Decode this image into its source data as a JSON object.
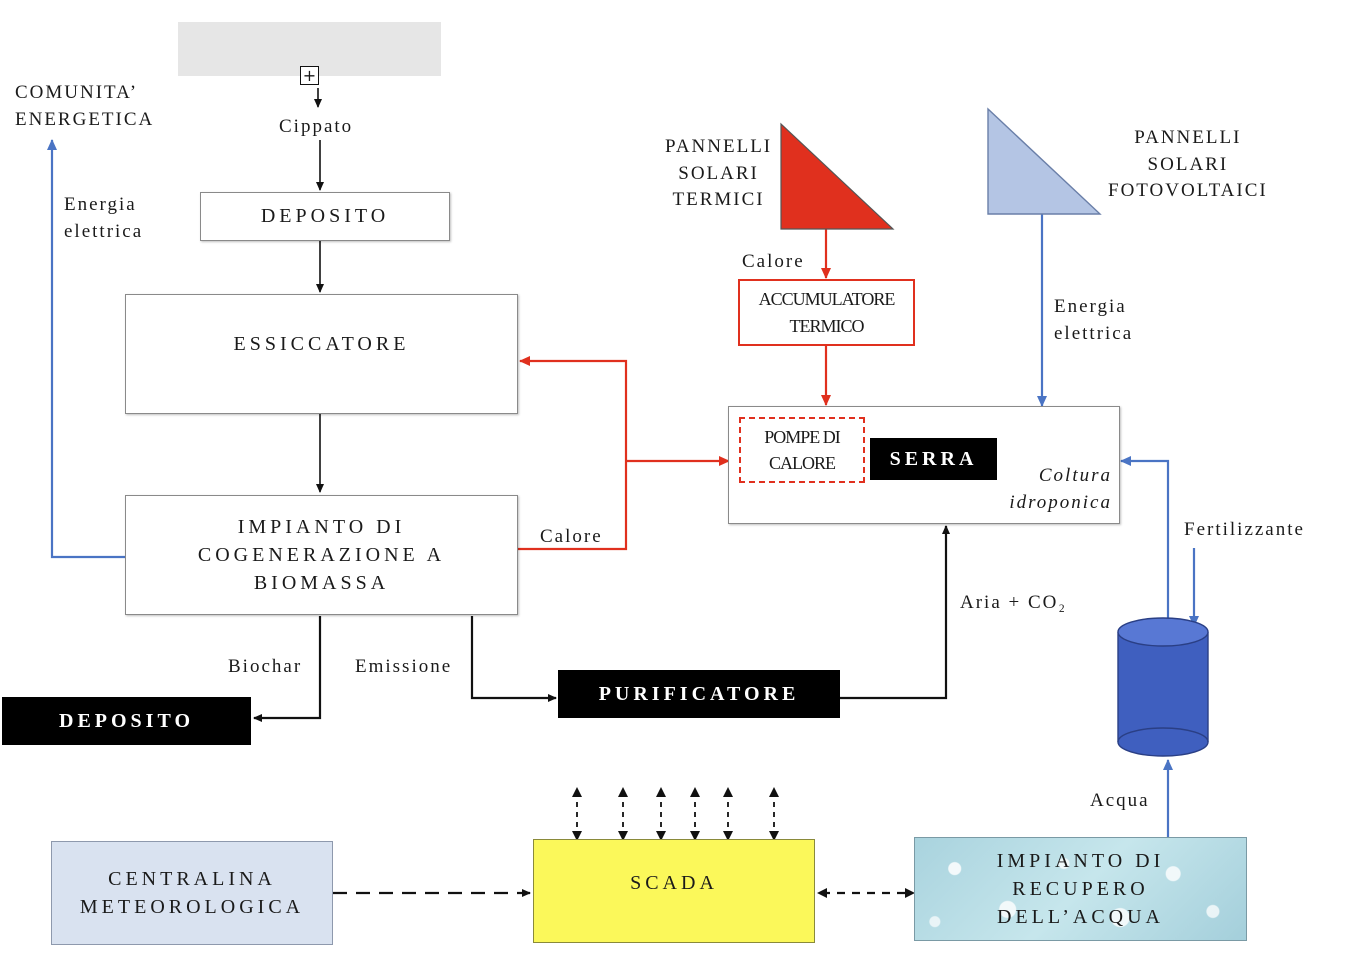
{
  "colors": {
    "red": "#e0301e",
    "blue": "#4a74c4",
    "black": "#111111",
    "solar_thermal": "#e0301e",
    "solar_pv": "#b4c5e4",
    "tank": "#3f5fbf",
    "scada": "#fbf85a",
    "centralina": "#d9e2f0",
    "water_plant": "#b9dde6",
    "placeholder": "#e6e6e6"
  },
  "icons": {
    "expand": "square-plus-icon"
  },
  "labels": {
    "comunita": "COMUNITA’\nENERGETICA",
    "energia_left": "Energia\nelettrica",
    "cippato": "Cippato",
    "deposito_top": "DEPOSITO",
    "essiccatore": "ESSICCATORE",
    "cogenerazione": "IMPIANTO DI\nCOGENERAZIONE A\nBIOMASSA",
    "calore_left": "Calore",
    "biochar": "Biochar",
    "emissione": "Emissione",
    "deposito_bottom": "DEPOSITO",
    "purificatore": "PURIFICATORE",
    "aria": "Aria + CO₂",
    "pannelli_termici": "PANNELLI\nSOLARI\nTERMICI",
    "calore_top": "Calore",
    "accumulatore": "ACCUMULATORE\nTERMICO",
    "pannelli_fv": "PANNELLI\nSOLARI\nFOTOVOLTAICI",
    "energia_right": "Energia\nelettrica",
    "pompe": "POMPE DI\nCALORE",
    "serra": "SERRA",
    "coltura": "Coltura\nidroponica",
    "fertilizzante": "Fertilizzante",
    "acqua": "Acqua",
    "centralina": "CENTRALINA\nMETEOROLOGICA",
    "scada": "SCADA",
    "recupero": "IMPIANTO DI\nRECUPERO\nDELL’ACQUA"
  }
}
